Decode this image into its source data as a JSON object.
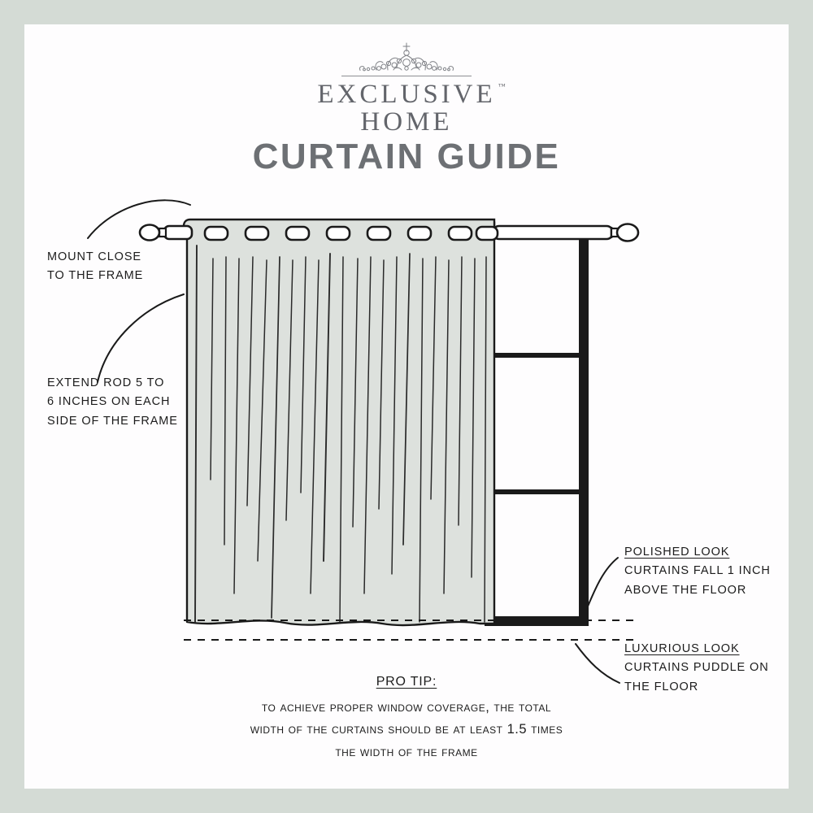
{
  "page": {
    "border_color": "#d4dbd5",
    "canvas_color": "#fefdfe"
  },
  "brand": {
    "crest_icon": "ornate-crown-filigree",
    "name_line1": "EXCLUSIVE",
    "trademark": "™",
    "name_line2": "HOME",
    "color": "#63656b"
  },
  "header": {
    "title": "CURTAIN GUIDE",
    "title_color": "#6d7074"
  },
  "annotations": {
    "mount": {
      "lines": [
        "MOUNT CLOSE",
        "TO THE FRAME"
      ]
    },
    "extend": {
      "lines": [
        "EXTEND ROD 5 TO",
        "6 INCHES ON EACH",
        "SIDE OF THE FRAME"
      ]
    },
    "polished": {
      "heading": "POLISHED LOOK",
      "lines": [
        "CURTAINS FALL 1 INCH",
        "ABOVE THE FLOOR"
      ]
    },
    "luxurious": {
      "heading": "LUXURIOUS LOOK",
      "lines": [
        "CURTAINS PUDDLE ON",
        "THE FLOOR"
      ]
    }
  },
  "protip": {
    "heading": "PRO TIP:",
    "lines": [
      "To achieve proper window coverage, the total",
      "width of the curtains should be at least 1.5 times",
      "the width of the frame"
    ]
  },
  "diagram": {
    "curtain_fabric_color": "#dde1dd",
    "line_color": "#1a1a1a",
    "rod_icon": "curtain-rod",
    "finial_left_icon": "rod-finial-left",
    "finial_right_icon": "rod-finial-right",
    "grommet_icon": "curtain-grommet",
    "grommet_count": 8,
    "window_frame_icon": "window-frame-three-pane",
    "window_pane_count": 3,
    "floor_line_polished_icon": "dashed-floor-line-polished",
    "floor_line_luxurious_icon": "dashed-floor-line-luxurious",
    "leader_mount_icon": "leader-arc-mount",
    "leader_extend_icon": "leader-arc-extend",
    "leader_polished_icon": "leader-arc-polished",
    "leader_luxurious_icon": "leader-arc-luxurious"
  }
}
